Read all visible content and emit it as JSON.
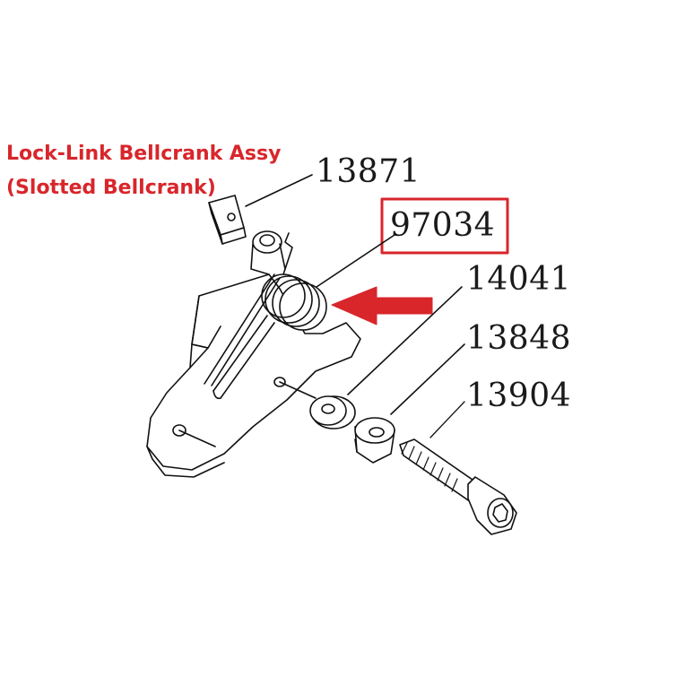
{
  "title": {
    "line1": "Lock-Link Bellcrank Assy",
    "line2": "(Slotted Bellcrank)"
  },
  "parts": {
    "p13871": "13871",
    "p97034": "97034",
    "p14041": "14041",
    "p13848": "13848",
    "p13904": "13904"
  },
  "highlight": {
    "part": "97034",
    "color": "#d8262b"
  }
}
